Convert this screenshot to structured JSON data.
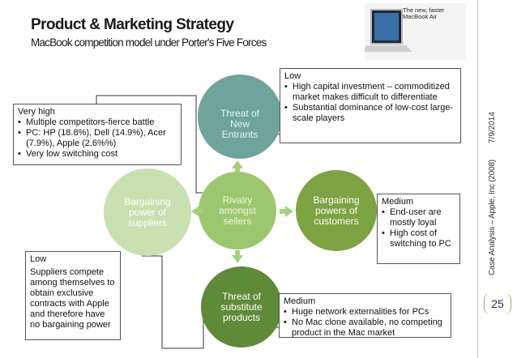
{
  "header": {
    "title": "Product & Marketing Strategy",
    "subtitle": "MacBook competition model under Porter's Five Forces"
  },
  "promo": {
    "headline": "The new, faster MacBook Air"
  },
  "sidebar": {
    "source": "Case Analysis – Apple, Inc (2008)",
    "date": "7/9/2014",
    "page_number": "25"
  },
  "forces": {
    "center": "Rivalry amongst sellers",
    "top": "Threat of New Entrants",
    "right": "Bargaining powers of customers",
    "left": "Bargaining power of suppliers",
    "bottom": "Threat of substitute products"
  },
  "notes": {
    "entrants": {
      "level": "Low",
      "items": [
        "High capital investment – commoditized market makes difficult to differentiate",
        "Substantial dominance of low-cost large-scale players"
      ]
    },
    "rivalry": {
      "level": "Very high",
      "items": [
        "Multiple competitors-fierce battle",
        "PC: HP (18.8%), Dell (14.9%), Acer (7.9%), Apple (2.6%%)",
        "Very low switching cost"
      ]
    },
    "buyers": {
      "level": "Medium",
      "items": [
        "End-user are mostly loyal",
        "High cost of switching to PC"
      ]
    },
    "suppliers": {
      "level": "Low",
      "text": "Suppliers compete among themselves to obtain exclusive contracts with Apple and therefore have no bargaining power"
    },
    "substitutes": {
      "level": "Medium",
      "items": [
        "Huge network externalities for PCs",
        "No Mac clone available, no competing product in the Mac market"
      ]
    }
  },
  "colors": {
    "center": "#9dc76e",
    "top": "#6fa39d",
    "right": "#7ea343",
    "left": "#c9e0b0",
    "bottom": "#5f8a37",
    "accent": "#8ab55f"
  }
}
